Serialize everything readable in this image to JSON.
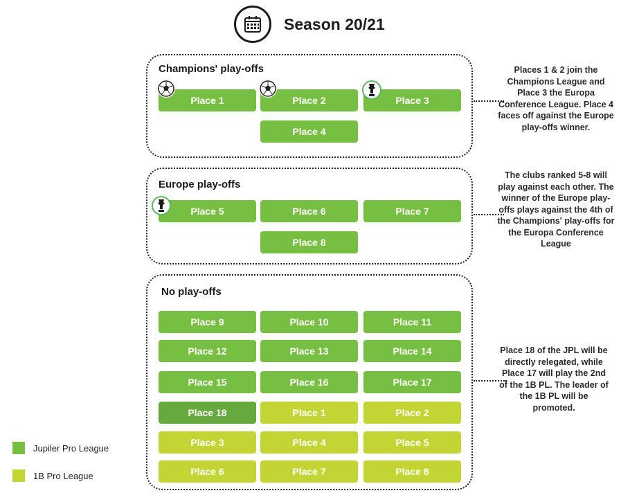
{
  "header": {
    "title": "Season 20/21",
    "icon": "calendar-icon"
  },
  "colors": {
    "jpl": "#77bf43",
    "b1": "#c2d534"
  },
  "sections": {
    "champions": {
      "title": "Champions' play-offs",
      "tiles": [
        "Place 1",
        "Place 2",
        "Place 3",
        "Place 4"
      ],
      "note": "Places 1 & 2 join the Champions League and Place 3 the Europa Conference League. Place 4 faces off against the Europe play-offs winner."
    },
    "europe": {
      "title": "Europe play-offs",
      "tiles": [
        "Place 5",
        "Place 6",
        "Place 7",
        "Place 8"
      ],
      "note": "The clubs ranked 5-8 will play against each other. The winner of the Europe play-offs plays against the 4th of the Champions' play-offs for the Europa Conference League"
    },
    "noplayoffs": {
      "title": "No play-offs",
      "jpl_tiles": [
        "Place 9",
        "Place 10",
        "Place 11",
        "Place 12",
        "Place 13",
        "Place 14",
        "Place 15",
        "Place 16",
        "Place 17",
        "Place 18"
      ],
      "b1_tiles": [
        "Place 1",
        "Place 2",
        "Place 3",
        "Place 4",
        "Place 5",
        "Place 6",
        "Place 7",
        "Place 8"
      ],
      "note": "Place 18 of the JPL will be directly relegated, while Place 17 will play the 2nd of the 1B PL. The leader of the 1B PL will be promoted."
    }
  },
  "legend": [
    {
      "label": "Jupiler Pro League",
      "color": "#77bf43"
    },
    {
      "label": "1B Pro League",
      "color": "#c2d534"
    }
  ]
}
